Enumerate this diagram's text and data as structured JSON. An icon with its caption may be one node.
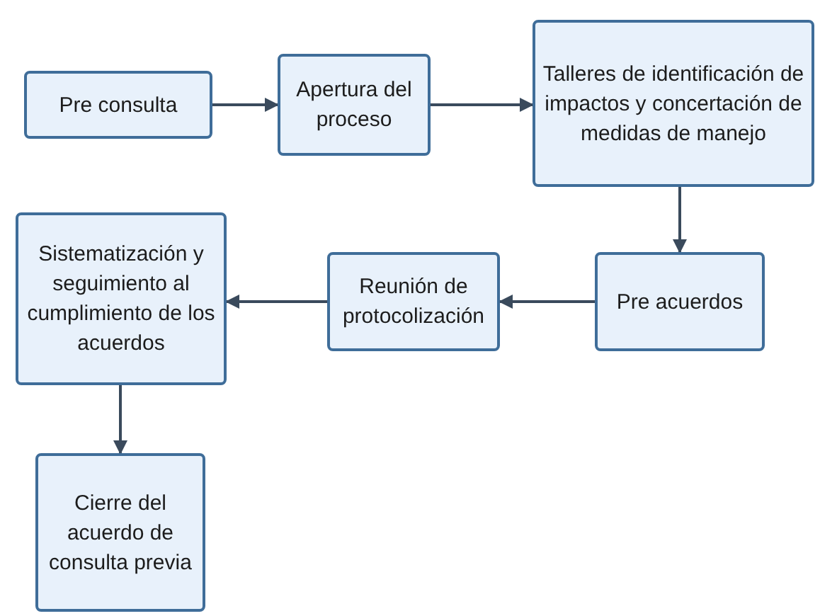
{
  "diagram": {
    "nodes": [
      {
        "text": [
          "Pre consulta"
        ]
      },
      {
        "text": [
          "Apertura del proceso"
        ]
      },
      {
        "text": [
          "Talleres de identificación de impactos y concertación de medidas de manejo"
        ]
      },
      {
        "text": [
          "Pre acuerdos"
        ]
      },
      {
        "text": [
          "Reunión de protocolización"
        ]
      },
      {
        "text": [
          "Sistematización y seguimiento al cumplimiento de los acuerdos"
        ]
      },
      {
        "text": [
          "Cierre del acuerdo de consulta previa"
        ]
      }
    ],
    "edges": [
      {
        "from": 0,
        "to": 1,
        "arrow": "to"
      },
      {
        "from": 1,
        "to": 2,
        "arrow": "to"
      },
      {
        "from": 2,
        "to": 3,
        "arrow": "to"
      },
      {
        "from": 3,
        "to": 4,
        "arrow": "to"
      },
      {
        "from": 4,
        "to": 5,
        "arrow": "to"
      },
      {
        "from": 5,
        "to": 6,
        "arrow": "to"
      }
    ]
  }
}
